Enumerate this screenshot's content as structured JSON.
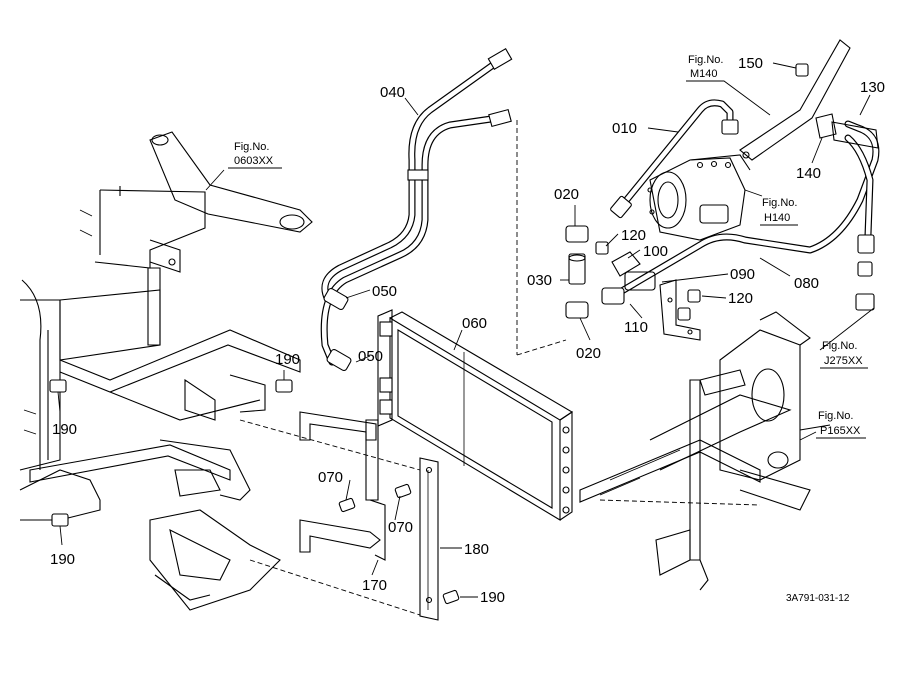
{
  "diagram": {
    "part_labels": {
      "p150": "150",
      "p130": "130",
      "p040": "040",
      "p010": "010",
      "p140": "140",
      "p020a": "020",
      "p120a": "120",
      "p100": "100",
      "p090": "090",
      "p030": "030",
      "p120b": "120",
      "p080": "080",
      "p050a": "050",
      "p060": "060",
      "p110": "110",
      "p050b": "050",
      "p020b": "020",
      "p190a": "190",
      "p190b": "190",
      "p070a": "070",
      "p070b": "070",
      "p180": "180",
      "p190c": "190",
      "p190d": "190",
      "p170": "170"
    },
    "fig_refs": {
      "m140": {
        "title": "Fig.No.",
        "code": "M140"
      },
      "f0603": {
        "title": "Fig.No.",
        "code": "0603XX"
      },
      "h140": {
        "title": "Fig.No.",
        "code": "H140"
      },
      "j275": {
        "title": "Fig.No.",
        "code": "J275XX"
      },
      "p165": {
        "title": "Fig.No.",
        "code": "P165XX"
      }
    },
    "doc_number": "3A791-031-12"
  }
}
